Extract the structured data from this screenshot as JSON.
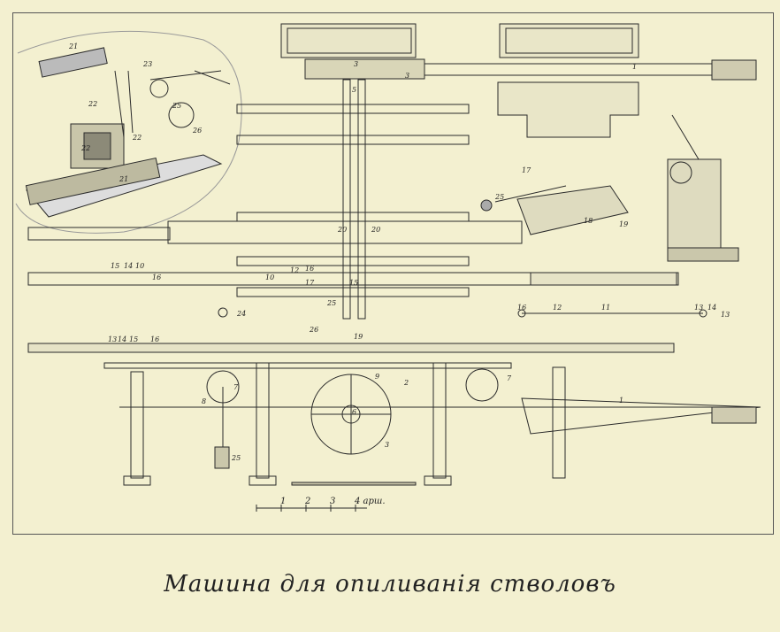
{
  "caption": "Машина для опиливанія стволовъ",
  "scale": {
    "ticks": [
      "1",
      "2",
      "3"
    ],
    "unit": "4 арш."
  },
  "part_numbers": {
    "sketch_perspective": [
      "21",
      "23",
      "22",
      "25",
      "26",
      "22",
      "22",
      "21"
    ],
    "top_clamp": [
      "3",
      "3",
      "1"
    ],
    "center_post": [
      "5"
    ],
    "upper_plan": [
      "20",
      "20"
    ],
    "middle_plan": [
      "15",
      "14",
      "10",
      "16",
      "10",
      "12",
      "16",
      "17",
      "15",
      "25",
      "24"
    ],
    "small_machine": [
      "17",
      "25",
      "18",
      "19"
    ],
    "rod_detail": [
      "16",
      "12",
      "11",
      "13",
      "14",
      "13"
    ],
    "elevation": [
      "13",
      "14",
      "15",
      "16",
      "26",
      "19",
      "7",
      "8",
      "7",
      "9",
      "2",
      "6",
      "1",
      "3",
      "25"
    ]
  }
}
